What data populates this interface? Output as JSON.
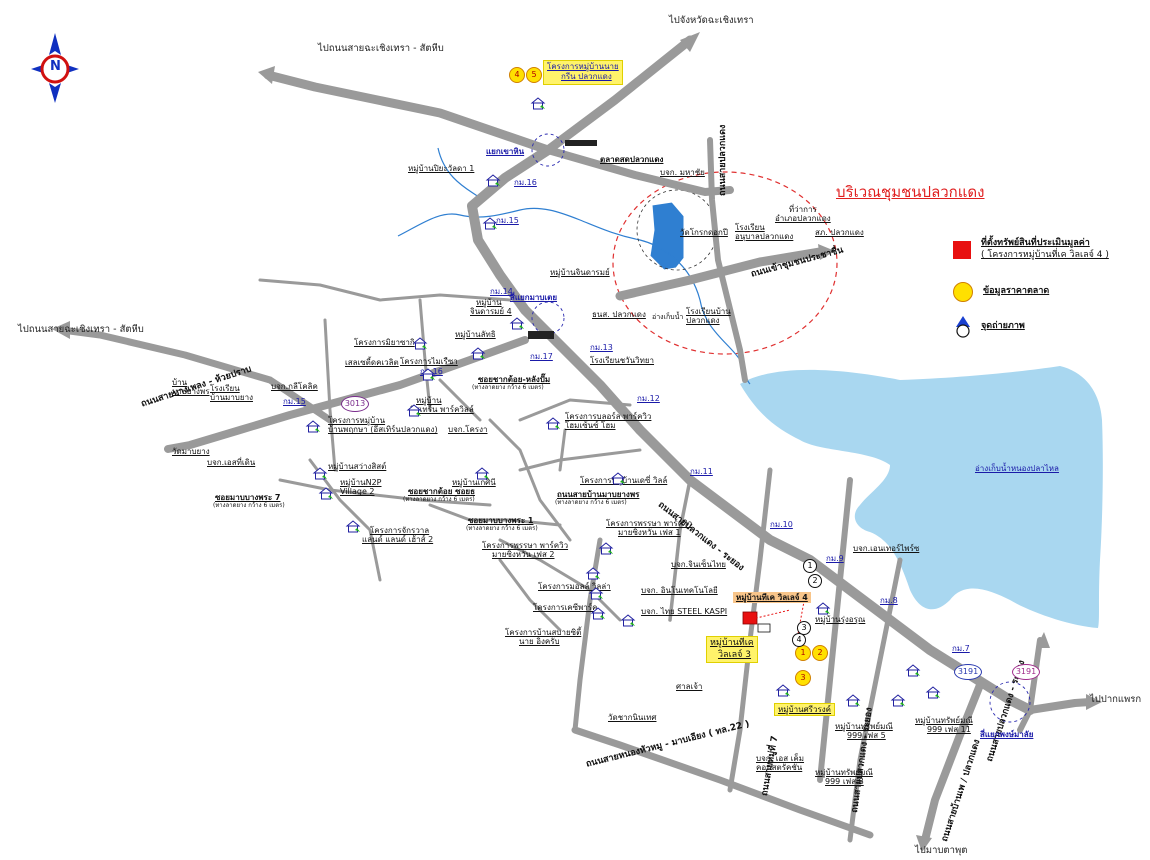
{
  "compass": {
    "letter": "N"
  },
  "area_title": "บริเวณชุมชนปลวกแดง",
  "legend": {
    "subject_line1": "ที่ตั้งทรัพย์สินที่ประเมินมูลค่า",
    "subject_line2": "( โครงการหมู่บ้านที่เค วิลเลจ์ 4 )",
    "market": "ข้อมูลราคาตลาด",
    "photo": "จุดถ่ายภาพ"
  },
  "colors": {
    "road": "#9a9a9a",
    "lake": "#a9d7f0",
    "stream": "#2f7fd1",
    "area_circle": "#e03030",
    "subject": "#e81010",
    "market": "#ffe000"
  },
  "directions": {
    "to_chachoengsao": "ไปจังหวัดฉะเชิงเทรา",
    "to_chachoengsao_sattahip_top": "ไปถนนสายฉะเชิงเทรา - สัตหีบ",
    "to_chachoengsao_sattahip_left": "ไปถนนสายฉะเชิงเทรา - สัตหีบ",
    "to_pak_phraek": "ไปปากแพรก",
    "to_map_ta_phut": "ไปมาบตาพุต"
  },
  "roads": {
    "pluak_daeng_rayong": "ถนนสายปลวกแดง - ระยอง",
    "sukhumvit_junction_left": "ถนนสายบางเพลง - ห้วยปราบ",
    "pluak_daeng_chaeng_bang": "ถนนสายปลวกแดง - ระยอง",
    "road_3013": "3013",
    "road_3191": "3191",
    "road_3191b": "3191",
    "soi_bang_phra_7": "ซอยมาบบางพระ 7",
    "soi_bang_phra_7_sub": "(ทางลาดยาง กว้าง 6 เมตร)",
    "soi_bang_phra_1": "ซอยมาบบางพระ 1",
    "soi_bang_phra_1_sub": "(ทางลาดยาง กว้าง 6 เมตร)",
    "soi_chong_rong": "ซอยชากต้อย ซอยธ",
    "soi_chong_rong_sub": "(ทางลาดยาง กว้าง 6 เมตร)",
    "soi_yak_hong": "ซอยชากต้อย-หลังปั๊ม",
    "soi_yak_hong_sub": "(ทางลาดยาง กว้าง 6 เมตร)",
    "road_ban_nong_kham": "ถนนสายบ้านมาบยางพร",
    "road_ban_nong_kham_sub": "(ทางลาดยาง กว้าง 6 เมตร)",
    "road_bottom_left": "ถนนสายหนองหัวหมู - มาบเอียง ( ทล.22 )",
    "road_bottom_mid": "ถนนสายหมู่ที่ 7",
    "road_bottom_right": "ถนนสายปลวกแดง - ระยอง",
    "road_right_vertical": "ถนนสายบ้านเพ / ปลวกแดง",
    "road_top_vertical": "ถนนสายปลวกแดง",
    "road_market": "ถนนเข้าชุมชนประชาชื่น"
  },
  "junctions": {
    "yaek_khao_hin": "แยกเขาหิน",
    "yaek_ban_khai": "สี่แยกมาบเตย",
    "yaek_phong_sai": "สี่แยกพงษ์มาลัย"
  },
  "km_markers": [
    "กม.16",
    "กม.15",
    "กม.14",
    "กม.13",
    "กม.12",
    "กม.11",
    "กม.10",
    "กม.9",
    "กม.8",
    "กม.7",
    "กม.17",
    "กม.16",
    "กม.15"
  ],
  "places": {
    "proj_green_pluak": "โครงการหมู่บ้านนาย",
    "proj_green_pluak2": "กรีน ปลวกแดง",
    "mb_pracha_kham": "หมู่บ้านปิยะวัลดา 1",
    "market_pluak": "ตลาดสดปลวกแดง",
    "bkk_manufacturer": "บจก. มหาชัย",
    "district_office": "ที่ว่าการ",
    "district_office2": "อำเภอปลวกแดง",
    "school_pluak": "โรงเรียน",
    "school_pluak2": "อนุบาลปลวกแดง",
    "police": "สภ. ปลวกแดง",
    "wat_pluak": "วัดโกรกดอกปี",
    "ban_jinda": "หมู่บ้านจินดารมย์",
    "ban_jinda2": "หมู่บ้าน",
    "ban_jinda3": "จินดารมย์ 4",
    "bank_pluak": "ธนส. ปลวกแดง",
    "reservoir_small": "อ่างเก็บน้ำ",
    "school_ban": "โรงเรียนบ้าน",
    "school_ban2": "ปลวกแดง",
    "proj_miyazaki": "โครงการมิยาซากิ",
    "proj_miyazaki2": "เสลเซตี้ดคเวลิต",
    "proj_miyazaki3": "โครงการไมเรืซา",
    "school_sachiwit": "โรงเรียนชวันวิทยา",
    "ban_s": "หมู่บ้านลัทธิ",
    "ban_haphat": "หมู่บ้าน",
    "ban_haphat2": "อิสเทร์น พาร์ควิลล์",
    "bjk_khonsan": "บจก.โครงา",
    "proj_ban_phruksa": "โครงการหมู่บ้าน",
    "proj_ban_phruksa2": "บ้านพฤกษา (อีสเทิร์นปลวกแดง)",
    "bjk_rama": "บจก.กลีโคลิค",
    "wat_mab": "วัดมาบยาง",
    "bjk_tecthan": "บจก.เอสที่เดิน",
    "school_ban_mab": "โรงเรียน",
    "school_ban_mab2": "บ้านมาบยาง",
    "ban_ban": "บ้าน",
    "ban_ban2": "มาบยางพร",
    "ban_sawang": "หมู่บ้านสว่างสิสต์",
    "ban_n2p": "หมู่บ้านN2P",
    "ban_n2p2": "Village 2",
    "proj_ban_green": "โครงการจักรวาล",
    "proj_ban_green2": "แลนด์ แลนด์ เฮ้าส์ 2",
    "proj_ban_kaew": "หมู่บ้านเกศินี",
    "proj_ban_rrsw": "โครงการบลอร์ล พาร์ควิว",
    "proj_rrsw2": "โฮมเซ้นซ์ โฮม",
    "proj_nkdp": "โครงการหมู่บ้านเดซี่ วิลล์",
    "proj_phra_park": "โครงการพรรษา พาร์ควิว",
    "proj_phra_park2": "มายซิงหวัน เฟส 1",
    "proj_phra_park3": "โครงการพรรษา พาร์ควิว",
    "proj_phra_park4": "มายซิงหวัน เฟส 2",
    "proj_mollen": "โครงการมอลล์ วิลล่า",
    "proj_eco": "โครงการเคซีพาร์ค",
    "proj_steel": "โครงการบ้านสบายซิตี้",
    "proj_steel2": "นาย อิงครับ",
    "bjk_jinsen": "บจก.จินเซ็นไทย",
    "bjk_innotech": "บจก. อินโนเทคโนโลยี",
    "bjk_steel": "บจก. ไทย STEEL KASPI",
    "ban_tk4": "หมู่บ้านทีเค วิลเลจ์ 4",
    "ban_tk3": "หมู่บ้านทีเค",
    "ban_tk3b": "วิลเลจ์ 3",
    "ban_sri": "หมู่บ้านศรีวรงค์",
    "bjk_enpro": "บจก.เอนเทอร์ไพร์ซ",
    "bjk_siam": "บจก. เอส เค็ม",
    "bjk_siam2": "คอนสตรัคชั่น",
    "ban_999": "หมู่บ้านทรัพย์มณี",
    "ban_999a": "999 เฟส 5",
    "ban_999b": "หมู่บ้านทรัพย์มณี",
    "ban_999b2": "999 เฟส 11",
    "ban_999c": "หมู่บ้านทรัพย์มณี",
    "ban_999c2": "999 เฟส 8",
    "ban_rusi": "หมู่บ้านรุ่งอรุณ",
    "ban_wat": "วัดชากนินเทศ",
    "ban_pha": "ศาลเจ้า",
    "reservoir_big": "อ่างเก็บน้ำหนองปลาไหล"
  },
  "markers": {
    "market_top": [
      "4",
      "5"
    ],
    "market_subject": [
      "1",
      "2"
    ],
    "market_three": "3",
    "camera_points": [
      "1",
      "2",
      "3",
      "4"
    ]
  }
}
